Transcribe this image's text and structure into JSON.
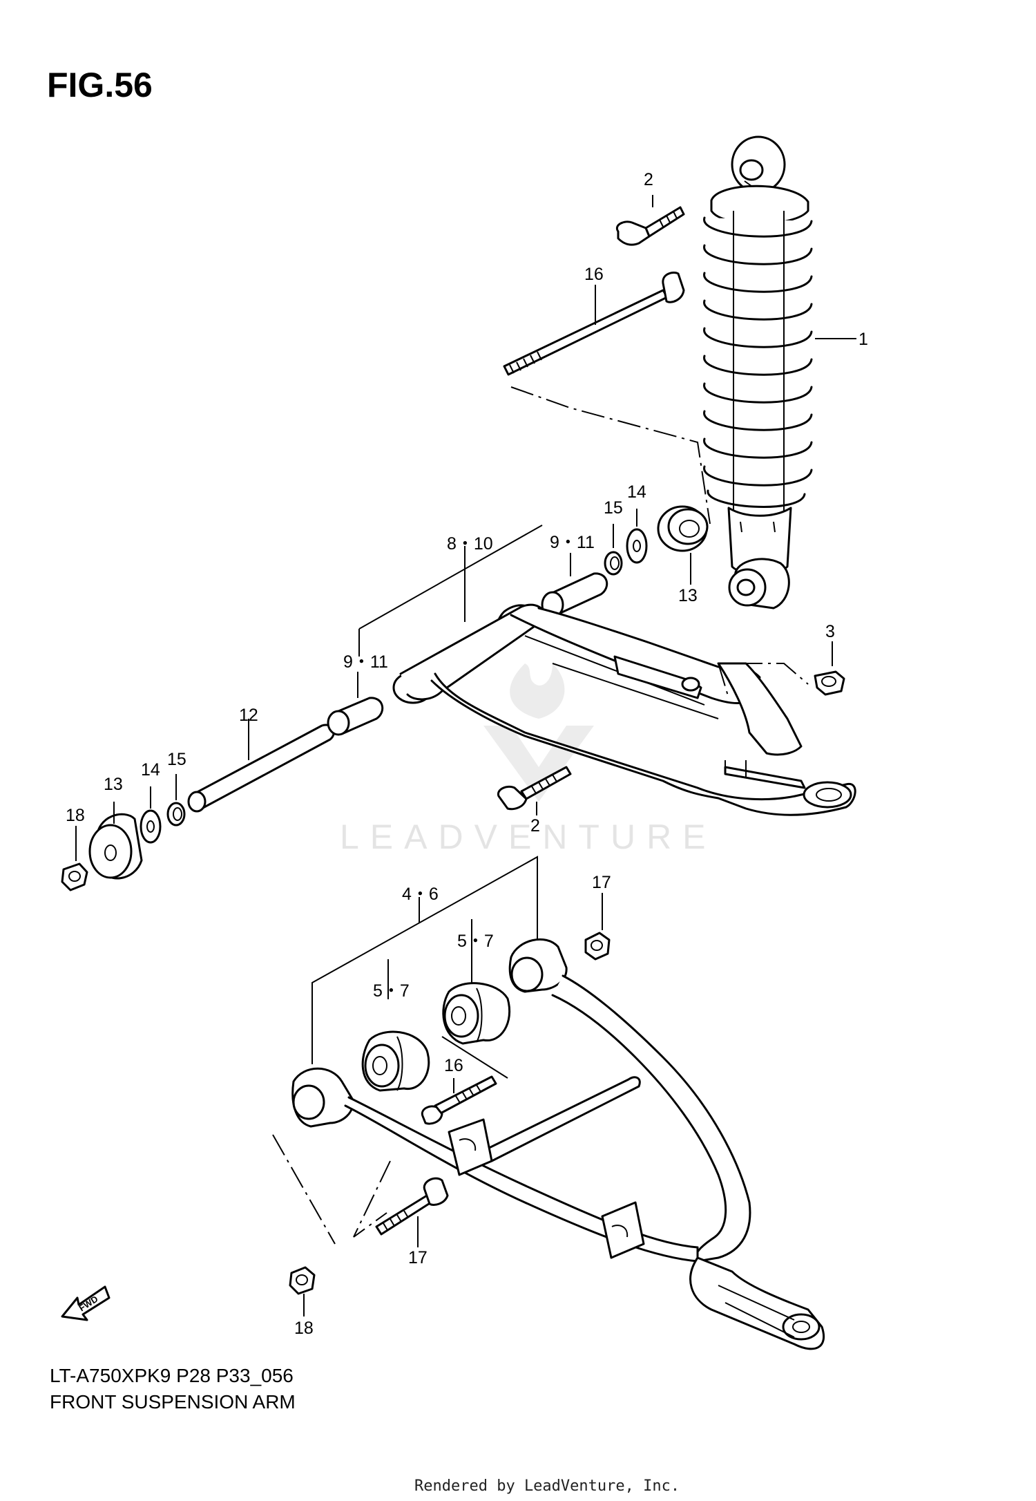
{
  "figure": {
    "title": "FIG.56",
    "model_code": "LT-A750XPK9 P28 P33_056",
    "caption": "FRONT SUSPENSION ARM",
    "credit": "Rendered by LeadVenture, Inc.",
    "watermark": "LEADVENTURE"
  },
  "callouts": {
    "c1": "1",
    "c2_top": "2",
    "c2_bottom": "2",
    "c3": "3",
    "c4_6": "4・6",
    "c5_7_left": "5・7",
    "c5_7_right": "5・7",
    "c8_10": "8・10",
    "c9_11_left": "9・11",
    "c9_11_right": "9・11",
    "c12": "12",
    "c13_left": "13",
    "c13_right": "13",
    "c14_left": "14",
    "c14_right": "14",
    "c15_left": "15",
    "c15_right": "15",
    "c16_top": "16",
    "c16_bottom": "16",
    "c17_top": "17",
    "c17_bottom": "17",
    "c18_left": "18",
    "c18_bottom": "18"
  },
  "icons": {
    "fwd_arrow": "fwd-arrow-icon",
    "fwd_label": "FWD"
  }
}
